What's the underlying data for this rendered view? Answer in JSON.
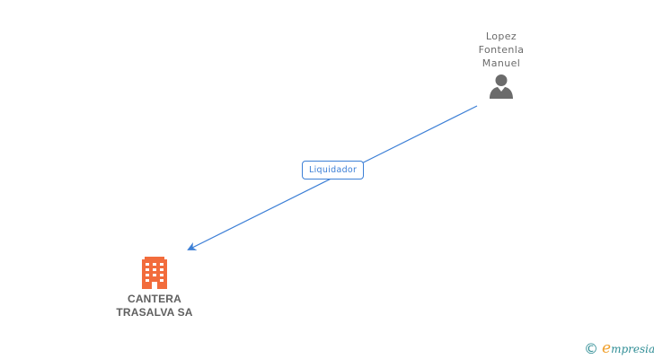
{
  "nodes": {
    "person": {
      "name": "Lopez\nFontenla\nManuel",
      "icon": "person-icon",
      "color": "#6b6b6b"
    },
    "company": {
      "name": "CANTERA\nTRASALVA SA",
      "icon": "building-icon",
      "color": "#f26c3c"
    }
  },
  "edges": [
    {
      "label": "Liquidador",
      "from": "person",
      "to": "company",
      "color": "#3c7fd6"
    }
  ],
  "watermark": {
    "copyright_symbol": "©",
    "brand_initial": "e",
    "brand_rest": "mpresia",
    "brand_colors": [
      "#f0a02c",
      "#2f8d95"
    ]
  }
}
